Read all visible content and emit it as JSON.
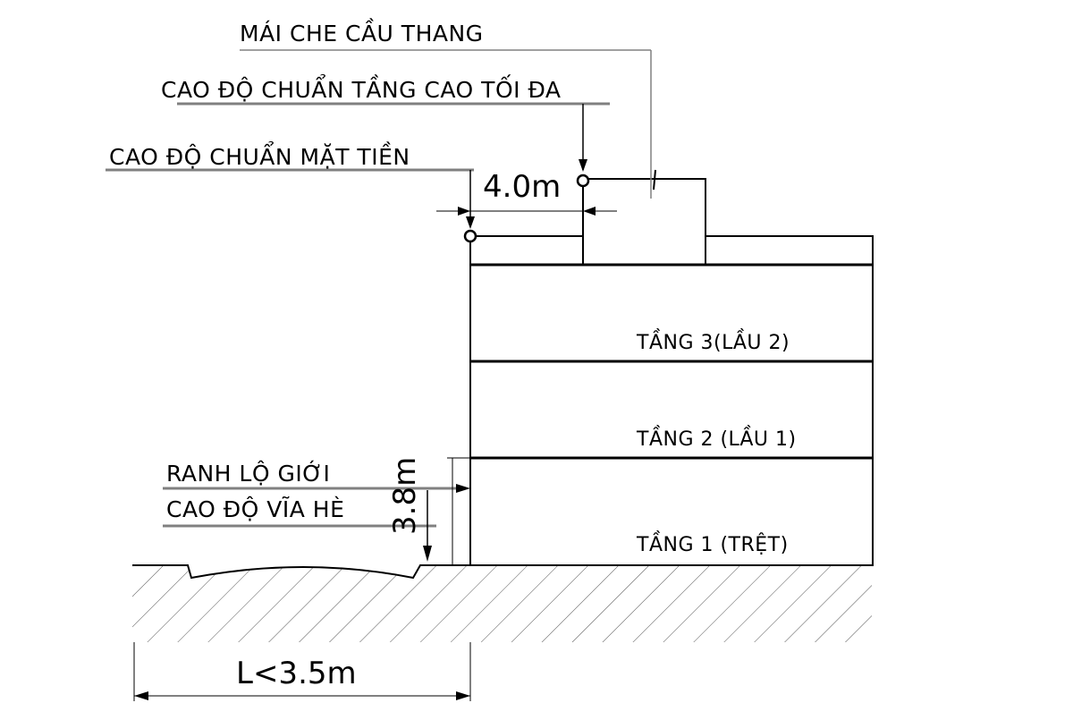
{
  "labels": {
    "stair_roof": "MÁI CHE CẦU THANG",
    "max_height_datum": "CAO ĐỘ CHUẨN TẦNG CAO TỐI ĐA",
    "facade_datum": "CAO ĐỘ CHUẨN MẶT TIỀN",
    "boundary_line": "RANH LỘ GIỚI",
    "sidewalk_level": "CAO ĐỘ VĨA HÈ"
  },
  "floors": [
    {
      "label": "TẦNG 3(LẦU 2)"
    },
    {
      "label": "TẦNG 2 (LẦU 1)"
    },
    {
      "label": "TẦNG 1 (TRỆT)"
    }
  ],
  "dimensions": {
    "setback": "4.0m",
    "ground_floor_height": "3.8m",
    "road_width": "L<3.5m"
  },
  "colors": {
    "line": "#000000",
    "leader": "#808080",
    "hatch": "#555555"
  }
}
